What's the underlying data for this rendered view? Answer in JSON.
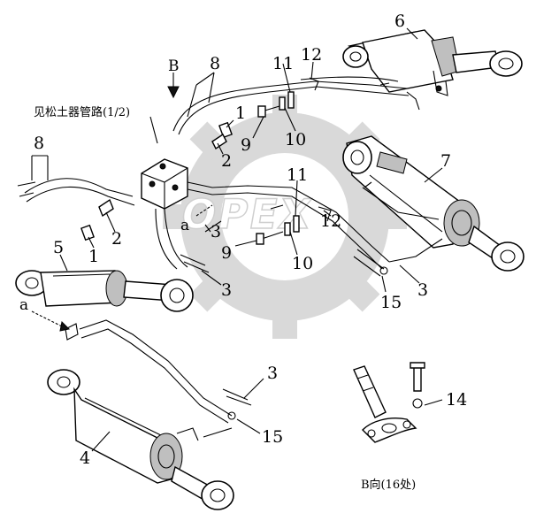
{
  "callouts": {
    "c1a": "1",
    "c1b": "1",
    "c2a": "2",
    "c2b": "2",
    "c3a": "3",
    "c3b": "3",
    "c3c": "3",
    "c3d": "3",
    "c4": "4",
    "c5": "5",
    "c6": "6",
    "c7": "7",
    "c8a": "8",
    "c8b": "8",
    "c9a": "9",
    "c9b": "9",
    "c10a": "10",
    "c10b": "10",
    "c11a": "11",
    "c11b": "11",
    "c12a": "12",
    "c12b": "12",
    "c14": "14",
    "c15a": "15",
    "c15b": "15"
  },
  "markers": {
    "view_b": "B",
    "a_top": "a",
    "a_left": "a"
  },
  "notes": {
    "see_pipe": "见松土器管路(1/2)",
    "view_b_caption": "B向(16处)"
  },
  "watermark": {
    "text": "OPEX",
    "color": "#d9d9d9"
  }
}
